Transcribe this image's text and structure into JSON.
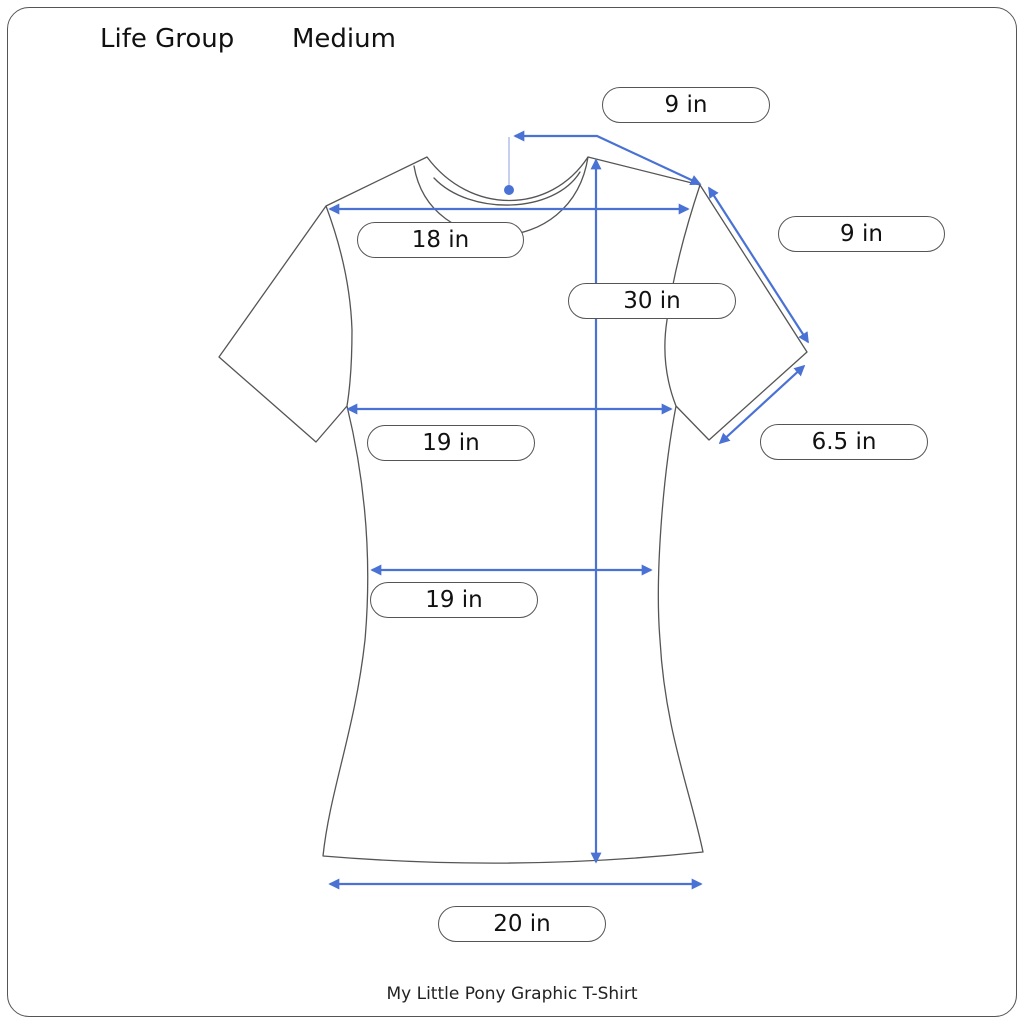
{
  "header": {
    "brand": "Life Group",
    "size": "Medium"
  },
  "measurements": {
    "neck_to_shoulder": "9 in",
    "sleeve_length": "9 in",
    "chest_width": "18 in",
    "body_length": "30 in",
    "armpit_width": "19 in",
    "waist_width": "19 in",
    "sleeve_opening": "6.5 in",
    "hem_width": "20 in"
  },
  "caption": "My Little Pony Graphic T-Shirt",
  "colors": {
    "arrow": "#4a72d4",
    "outline": "#555555",
    "text": "#111111"
  }
}
